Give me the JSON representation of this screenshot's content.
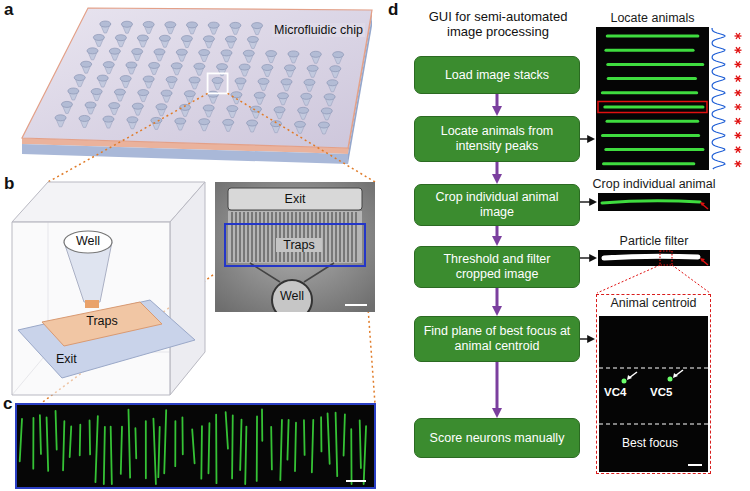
{
  "diagram": {
    "nodes": [
      {
        "text": [
          "Load image stacks"
        ]
      },
      {
        "text": [
          "Locate animals from intensity peaks"
        ]
      },
      {
        "text": [
          "Crop individual animal image"
        ]
      },
      {
        "text": [
          "Threshold and filter cropped image"
        ]
      },
      {
        "text": [
          "Find plane of best focus at animal centroid"
        ]
      },
      {
        "text": [
          "Score neurons manually"
        ]
      },
      {
        "text": [
          "Locate animals"
        ]
      },
      {
        "text": [
          "Crop individual animal"
        ]
      },
      {
        "text": [
          "Particle filter"
        ]
      },
      {
        "text": [
          "Animal centroid"
        ]
      }
    ],
    "edges": [
      {
        "from": 0,
        "to": 1,
        "arrow": "to"
      },
      {
        "from": 1,
        "to": 2,
        "arrow": "to"
      },
      {
        "from": 2,
        "to": 3,
        "arrow": "to"
      },
      {
        "from": 3,
        "to": 4,
        "arrow": "to"
      },
      {
        "from": 4,
        "to": 5,
        "arrow": "to"
      },
      {
        "from": 1,
        "to": 6,
        "arrow": "to"
      },
      {
        "from": 2,
        "to": 7,
        "arrow": "to"
      },
      {
        "from": 3,
        "to": 8,
        "arrow": "to"
      },
      {
        "from": 4,
        "to": 9,
        "arrow": "to"
      }
    ],
    "labels": [
      "a",
      "Microfluidic chip",
      "b",
      "Well",
      "Traps",
      "Exit",
      "Exit",
      "Traps",
      "Well",
      "c",
      "d",
      "GUI for semi-automated image processing",
      "VC4",
      "VC5",
      "Best focus"
    ]
  }
}
